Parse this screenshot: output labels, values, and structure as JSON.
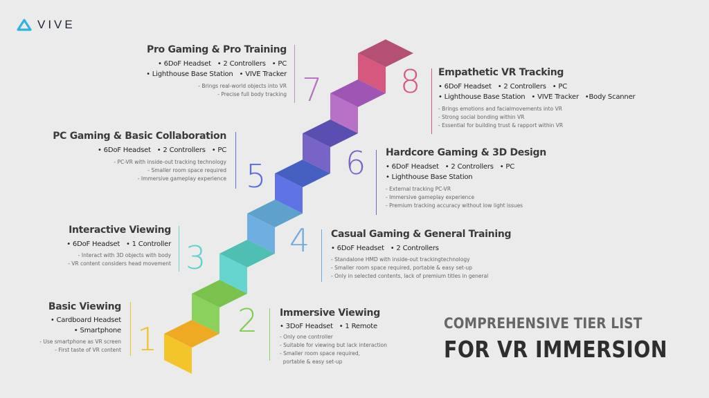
{
  "logo": {
    "text": "VIVE",
    "icon": "vive-triangle-icon",
    "color": "#2bb3e6"
  },
  "headline": {
    "line1": "COMPREHENSIVE TIER LIST",
    "line2": "FOR VR IMMERSION"
  },
  "tiers": [
    {
      "number": "1",
      "title": "Basic Viewing",
      "color": "#f3c22b",
      "requirements": [
        "• Cardboard Headset",
        "• Smartphone"
      ],
      "details": [
        "- Use smartphone as VR screen",
        "- First taste of VR content"
      ]
    },
    {
      "number": "2",
      "title": "Immersive Viewing",
      "color": "#7dcc52",
      "requirements": [
        "• 3DoF Headset   • 1 Remote"
      ],
      "details": [
        "- Only one controller",
        "- Suitable for viewing but lack interaction",
        "- Smaller room space required,",
        "  portable & easy set-up"
      ]
    },
    {
      "number": "3",
      "title": "Interactive Viewing",
      "color": "#5ed1cb",
      "requirements": [
        "• 6DoF Headset   • 1 Controller"
      ],
      "details": [
        "- Interact with 3D objects with body",
        "- VR content considers head movement"
      ]
    },
    {
      "number": "4",
      "title": "Casual Gaming & General Training",
      "color": "#6fa9dd",
      "requirements": [
        "• 6DoF Headset   • 2 Controllers"
      ],
      "details": [
        "- Standalone HMD with inside-out trackingtechnology",
        "- Smaller room space required, portable & easy set-up",
        "- Only in selected contents, lack of premium titles in general"
      ]
    },
    {
      "number": "5",
      "title": "PC Gaming & Basic Collaboration",
      "color": "#5b6ee0",
      "requirements": [
        "• 6DoF Headset   • 2 Controllers   • PC"
      ],
      "details": [
        "- PC-VR with inside-out tracking technology",
        "- Smaller room space required",
        "- Immersive gameplay experience"
      ]
    },
    {
      "number": "6",
      "title": "Hardcore Gaming & 3D Design",
      "color": "#7862c4",
      "requirements": [
        "• 6DoF Headset   • 2 Controllers   • PC",
        "• Lighthouse Base Station"
      ],
      "details": [
        "- External tracking PC-VR",
        "- Immersive gameplay experience",
        "- Premium tracking accuracy without low light issues"
      ]
    },
    {
      "number": "7",
      "title": "Pro Gaming & Pro Training",
      "color": "#b56ec4",
      "requirements": [
        "• 6DoF Headset   • 2 Controllers   • PC",
        "• Lighthouse Base Station   • VIVE Tracker"
      ],
      "details": [
        "- Brings real-world objects into VR",
        "- Precise full body tracking"
      ]
    },
    {
      "number": "8",
      "title": "Empathetic VR Tracking",
      "color": "#d4577f",
      "requirements": [
        "• 6DoF Headset   • 2 Controllers   • PC",
        "• Lighthouse Base Station   • VIVE Tracker   •Body Scanner"
      ],
      "details": [
        "- Brings emotions and facialmovements into VR",
        "- Strong social bonding within VR",
        "- Essential for building trust & rapport within VR"
      ]
    }
  ],
  "stair_colors": [
    {
      "top": "#eeaa22",
      "front": "#f4c42b"
    },
    {
      "top": "#7bc14d",
      "front": "#8ad15d"
    },
    {
      "top": "#4fbfb4",
      "front": "#66d4cf"
    },
    {
      "top": "#5ea2cb",
      "front": "#6faee0"
    },
    {
      "top": "#4660c2",
      "front": "#5f72e6"
    },
    {
      "top": "#5a4fb0",
      "front": "#7764c6"
    },
    {
      "top": "#9e55b4",
      "front": "#b771c6"
    },
    {
      "top": "#b35074",
      "front": "#d6587e"
    }
  ]
}
